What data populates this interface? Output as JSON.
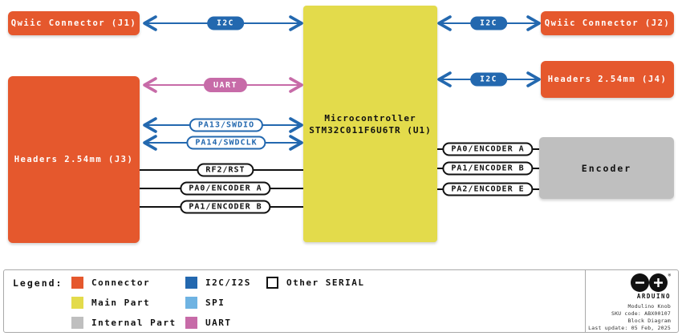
{
  "diagram": {
    "boxes": {
      "j1": "Qwiic Connector (J1)",
      "j2": "Qwiic Connector (J2)",
      "j3": "Headers 2.54mm (J3)",
      "j4": "Headers 2.54mm (J4)",
      "mcu_line1": "Microcontroller",
      "mcu_line2": "STM32C011F6U6TR (U1)",
      "encoder": "Encoder"
    },
    "bus_labels": {
      "i2c": "I2C",
      "uart": "UART"
    },
    "pins": {
      "swdio": "PA13/SWDIO",
      "swdclk": "PA14/SWDCLK",
      "rst": "RF2/RST",
      "enc_a": "PA0/ENCODER A",
      "enc_b": "PA1/ENCODER B",
      "enc_e": "PA2/ENCODER E"
    }
  },
  "legend": {
    "title": "Legend:",
    "items": [
      {
        "label": "Connector",
        "color": "#E5582D"
      },
      {
        "label": "Main Part",
        "color": "#E3DB4B"
      },
      {
        "label": "Internal Part",
        "color": "#BFBFBF"
      },
      {
        "label": "I2C/I2S",
        "color": "#2368AF"
      },
      {
        "label": "SPI",
        "color": "#6FB3E2"
      },
      {
        "label": "UART",
        "color": "#C76BA8"
      },
      {
        "label": "Other SERIAL",
        "color": "#FFFFFF"
      }
    ]
  },
  "footer": {
    "brand": "ARDUINO",
    "registered_mark": "®",
    "product": "Modulino Knob",
    "sku": "SKU code: ABX00107",
    "doc_type": "Block Diagram",
    "last_update": "Last update: 05 Feb, 2025"
  },
  "colors": {
    "connector_orange": "#E5582D",
    "main_part_yellow": "#E3DB4B",
    "internal_gray": "#BFBFBF",
    "i2c_blue": "#2368AF",
    "spi_light_blue": "#6FB3E2",
    "uart_pink": "#C76BA8"
  }
}
